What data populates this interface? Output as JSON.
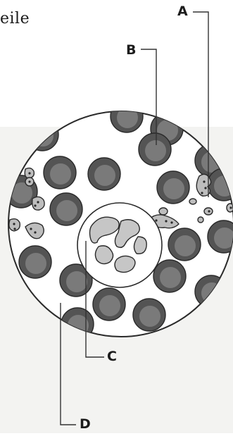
{
  "corner_text": "eile",
  "labels": {
    "a": "A",
    "b": "B",
    "c": "C",
    "d": "D"
  },
  "colors": {
    "background": "#ffffff",
    "page_tint": "#ececea",
    "circle_fill": "#ffffff",
    "outline": "#2a2a2a",
    "rbc_outer": "#545454",
    "rbc_inner": "#7a7a7a",
    "platelet": "#bdbdbd",
    "nucleus": "#c6c6c6",
    "leader_line": "#333333"
  }
}
